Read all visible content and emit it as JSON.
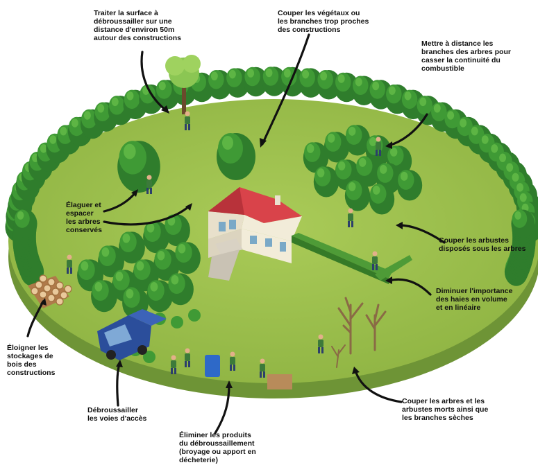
{
  "labels": {
    "treat_surface": "Traiter la surface à\ndébroussailler sur une\ndistance d'environ 50m\nautour des constructions",
    "cut_vegetation": "Couper les végétaux ou\nles branches trop proches\ndes constructions",
    "distance_branches": "Mettre à distance les\nbranches des arbres pour\ncasser la continuité du\ncombustible",
    "prune_space": "Élaguer et\nespacer\nles arbres\nconservés",
    "cut_shrubs": "Couper les arbustes\ndisposés sous les arbres",
    "reduce_hedges": "Diminuer l'importance\ndes haies en volume\net en linéaire",
    "move_wood": "Éloigner les\nstockages de\nbois des\nconstructions",
    "clear_access": "Débroussailler\nles voies d'accès",
    "eliminate_products": "Éliminer les produits\ndu débroussaillement\n(broyage ou apport en\ndécheterie)",
    "cut_dead": "Couper les arbres et les\narbustes morts ainsi que\nles branches sèches"
  },
  "colors": {
    "ground_top": "#9fc04e",
    "ground_side": "#6e9436",
    "tree_dark": "#2f7d2c",
    "tree_mid": "#3f9a35",
    "tree_light": "#5db544",
    "trunk": "#6b4a2c",
    "roof": "#d9434a",
    "house_wall": "#f2ecd9",
    "arrow": "#111111"
  }
}
